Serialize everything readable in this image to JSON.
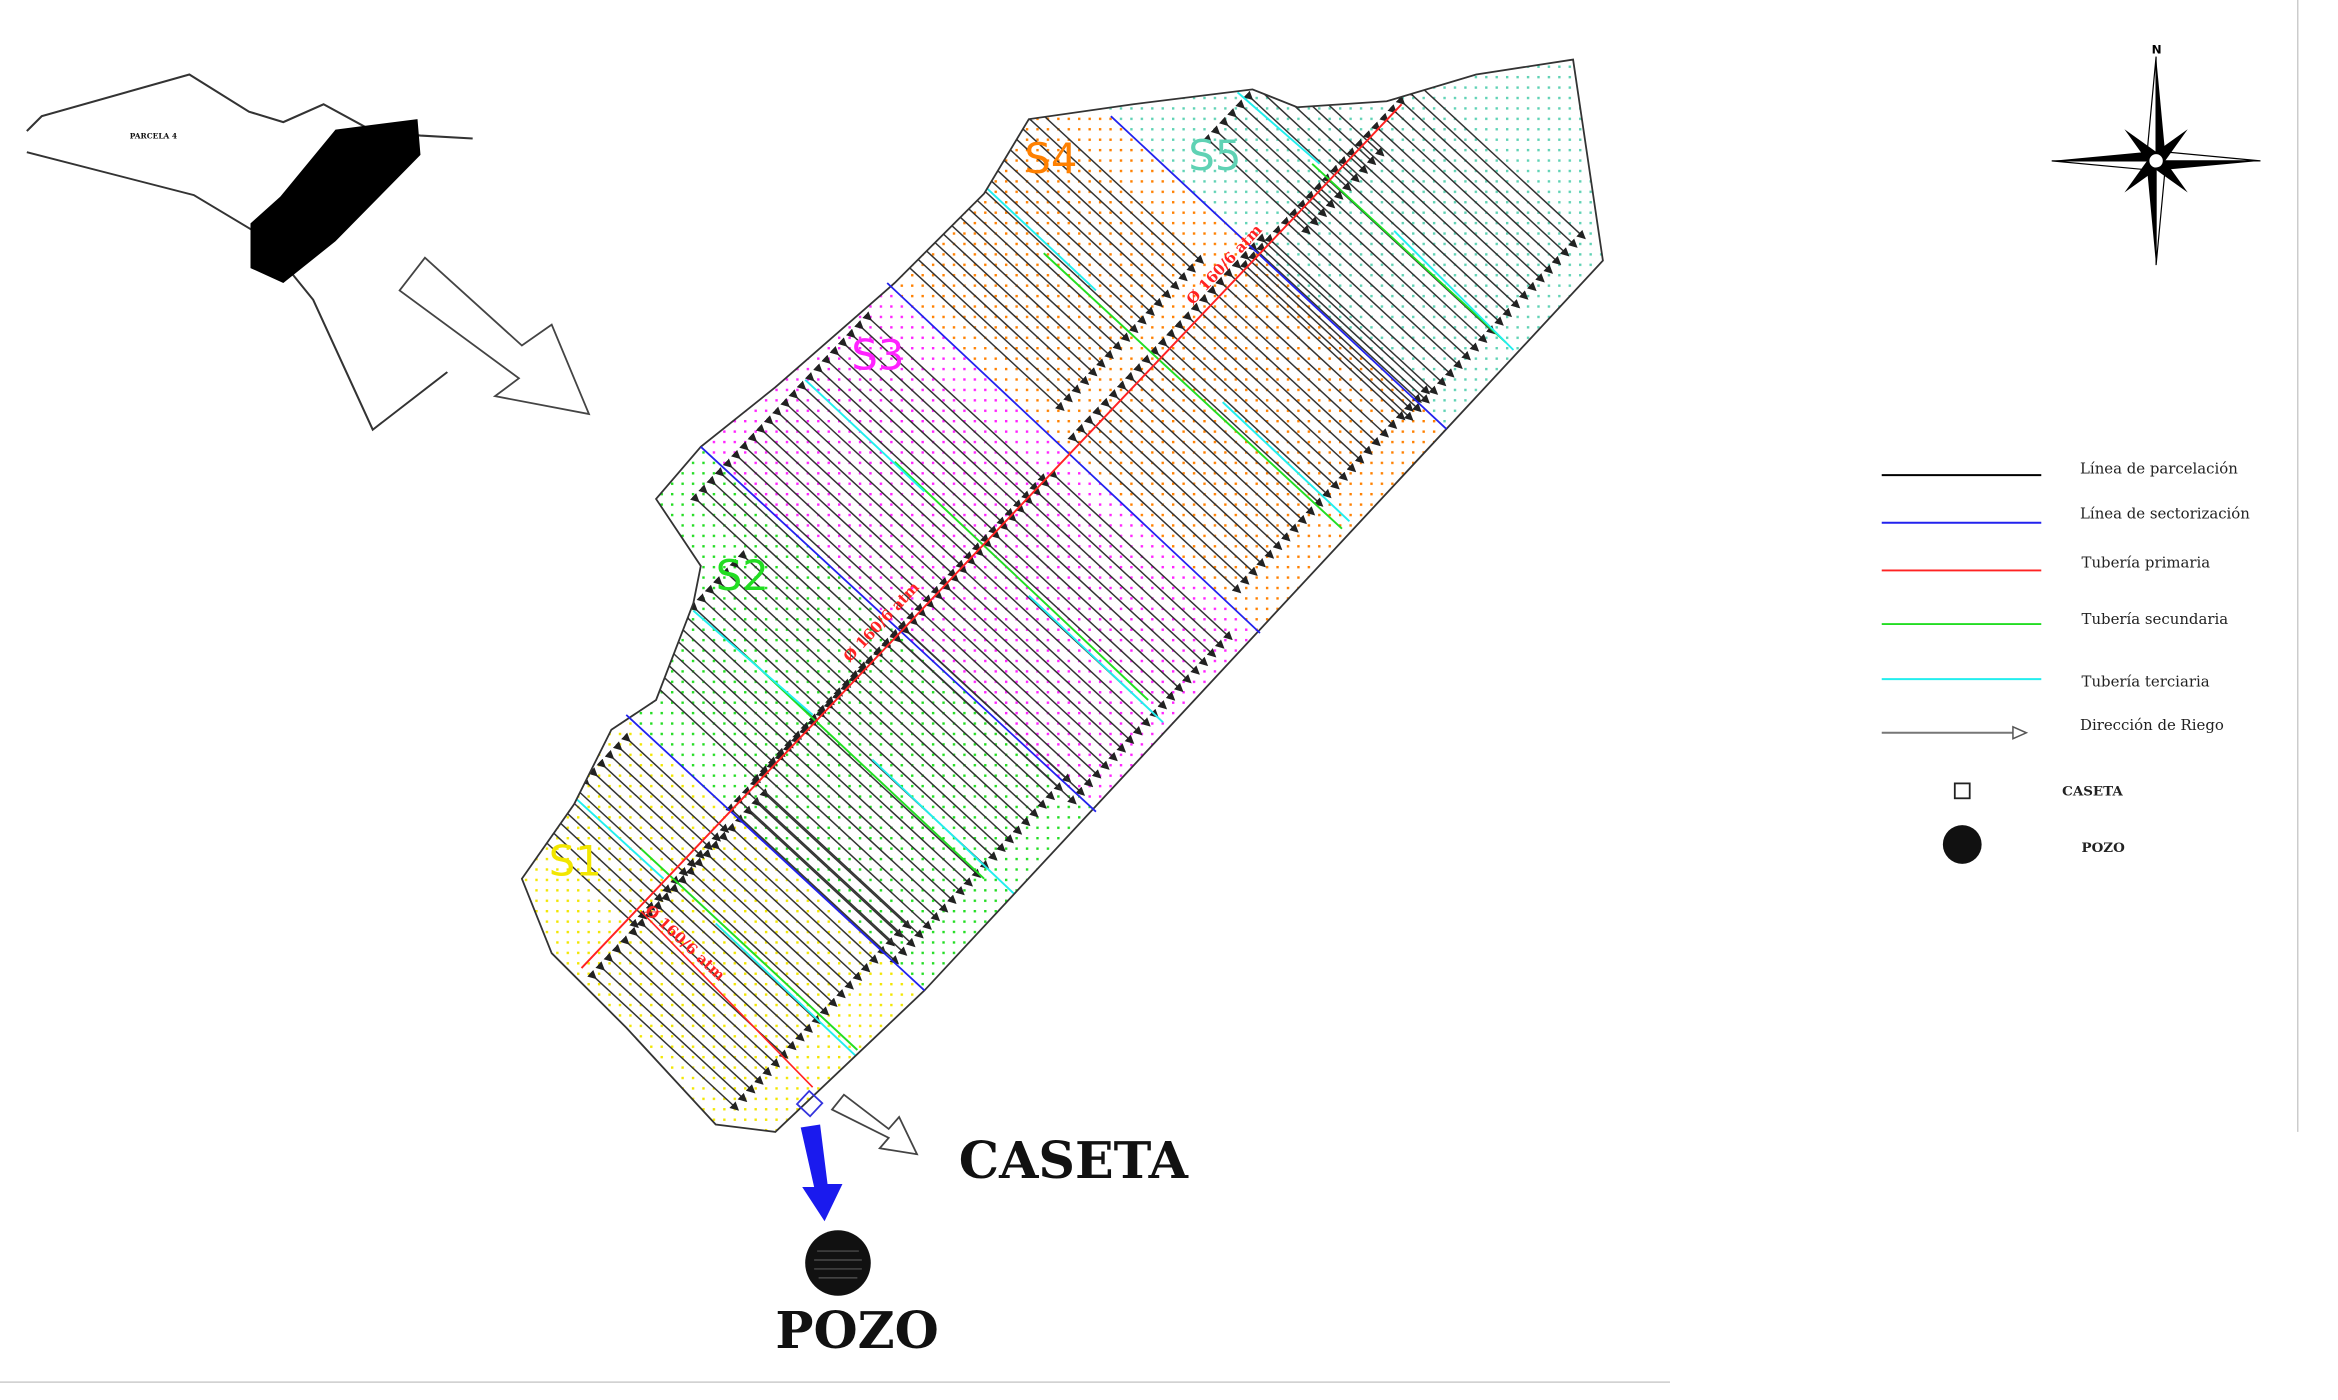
{
  "inset": {
    "parcel_label": "PARCELA 4"
  },
  "compass": {
    "north": "N"
  },
  "sectors": [
    {
      "label": "S1",
      "color": "#f2e600"
    },
    {
      "label": "S2",
      "color": "#22dd22"
    },
    {
      "label": "S3",
      "color": "#ff22ff"
    },
    {
      "label": "S4",
      "color": "#ff8000"
    },
    {
      "label": "S5",
      "color": "#5fd2b4"
    }
  ],
  "pipe_label": "Ø 160/6 atm",
  "caseta_label": "CASETA",
  "pozo_label": "POZO",
  "legend": {
    "items": [
      {
        "label": "Línea de parcelación",
        "color": "#000000"
      },
      {
        "label": "Línea de sectorización",
        "color": "#2222ee"
      },
      {
        "label": "Tubería primaria",
        "color": "#ff2222"
      },
      {
        "label": "Tubería secundaria",
        "color": "#22dd22"
      },
      {
        "label": "Tubería terciaria",
        "color": "#22eeee"
      },
      {
        "label": "Dirección de Riego",
        "color": "#777777"
      }
    ],
    "caseta": "CASETA",
    "pozo": "POZO"
  }
}
